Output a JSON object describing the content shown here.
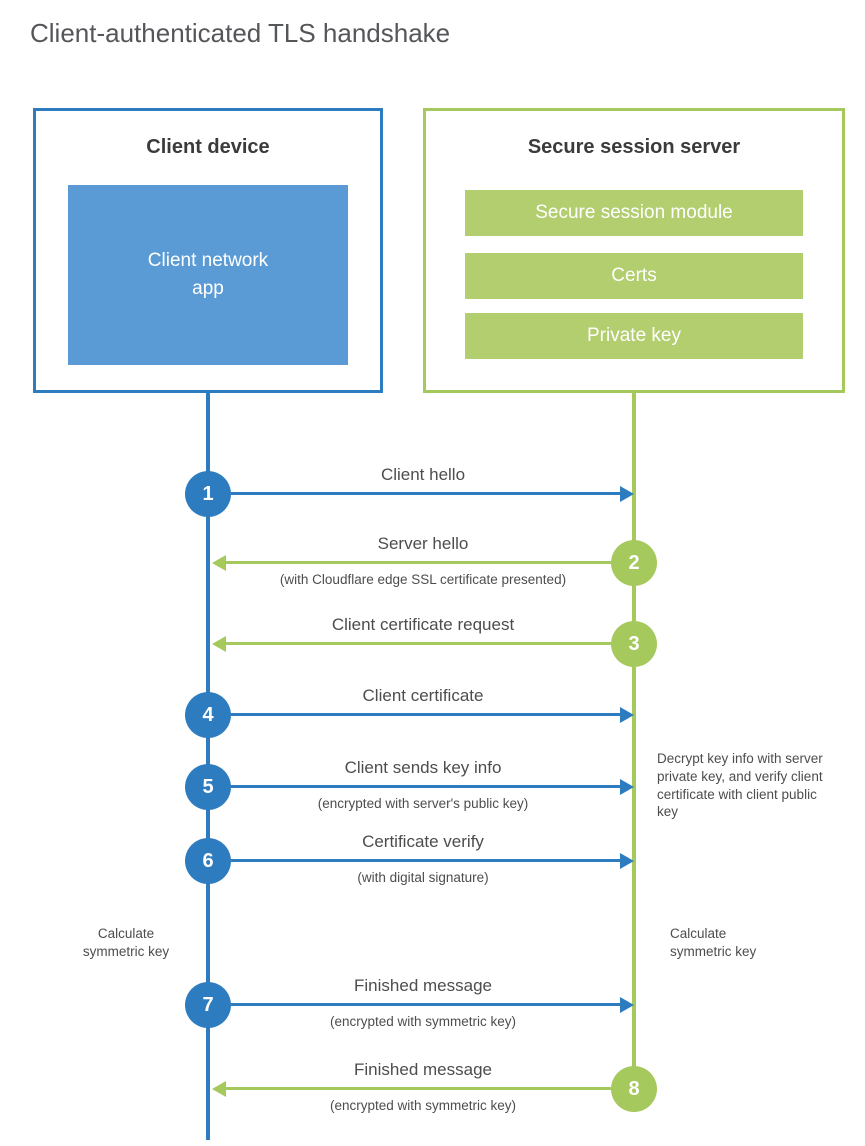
{
  "title": "Client-authenticated TLS handshake",
  "colors": {
    "blue": "#2e7cc0",
    "blue_fill": "#5b9bd5",
    "green": "#a5c95c",
    "green_fill": "#b3ce6e",
    "text_dark": "#3b3b3b",
    "text": "#4d4d4d"
  },
  "client": {
    "title": "Client device",
    "app_label": "Client network app"
  },
  "server": {
    "title": "Secure session server",
    "modules": [
      "Secure session module",
      "Certs",
      "Private key"
    ]
  },
  "steps": [
    {
      "num": "1",
      "from": "client",
      "to": "server",
      "label": "Client hello",
      "sub": ""
    },
    {
      "num": "2",
      "from": "server",
      "to": "client",
      "label": "Server hello",
      "sub": "(with Cloudflare edge SSL certificate presented)"
    },
    {
      "num": "3",
      "from": "server",
      "to": "client",
      "label": "Client certificate request",
      "sub": ""
    },
    {
      "num": "4",
      "from": "client",
      "to": "server",
      "label": "Client certificate",
      "sub": ""
    },
    {
      "num": "5",
      "from": "client",
      "to": "server",
      "label": "Client sends key info",
      "sub": "(encrypted with server's public key)"
    },
    {
      "num": "6",
      "from": "client",
      "to": "server",
      "label": "Certificate verify",
      "sub": "(with digital signature)"
    },
    {
      "num": "7",
      "from": "client",
      "to": "server",
      "label": "Finished message",
      "sub": "(encrypted with symmetric key)"
    },
    {
      "num": "8",
      "from": "server",
      "to": "client",
      "label": "Finished message",
      "sub": "(encrypted with symmetric key)"
    }
  ],
  "notes": {
    "decrypt": "Decrypt key info with server private key, and verify client certificate with client public key",
    "calculate_left": "Calculate symmetric key",
    "calculate_right": "Calculate symmetric key"
  }
}
